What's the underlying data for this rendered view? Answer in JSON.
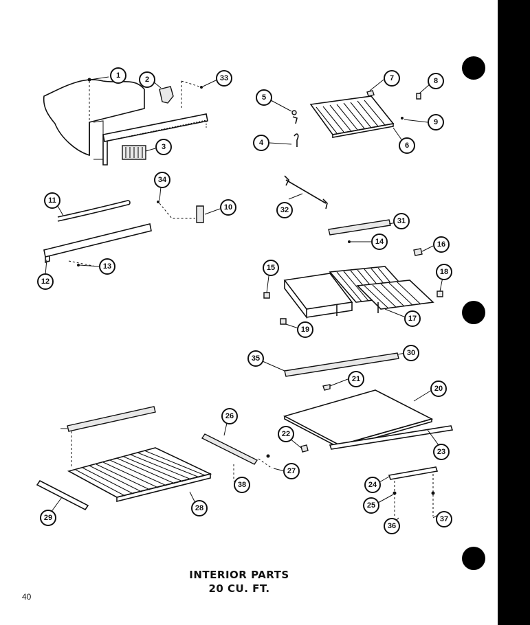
{
  "title": {
    "line1": "INTERIOR PARTS",
    "line2": "20 CU. FT."
  },
  "page_number": "40",
  "callouts": [
    "1",
    "2",
    "33",
    "3",
    "5",
    "7",
    "8",
    "9",
    "4",
    "6",
    "34",
    "10",
    "11",
    "32",
    "31",
    "14",
    "16",
    "12",
    "13",
    "15",
    "18",
    "17",
    "19",
    "35",
    "30",
    "21",
    "20",
    "22",
    "23",
    "26",
    "27",
    "38",
    "28",
    "29",
    "24",
    "25",
    "36",
    "37"
  ]
}
